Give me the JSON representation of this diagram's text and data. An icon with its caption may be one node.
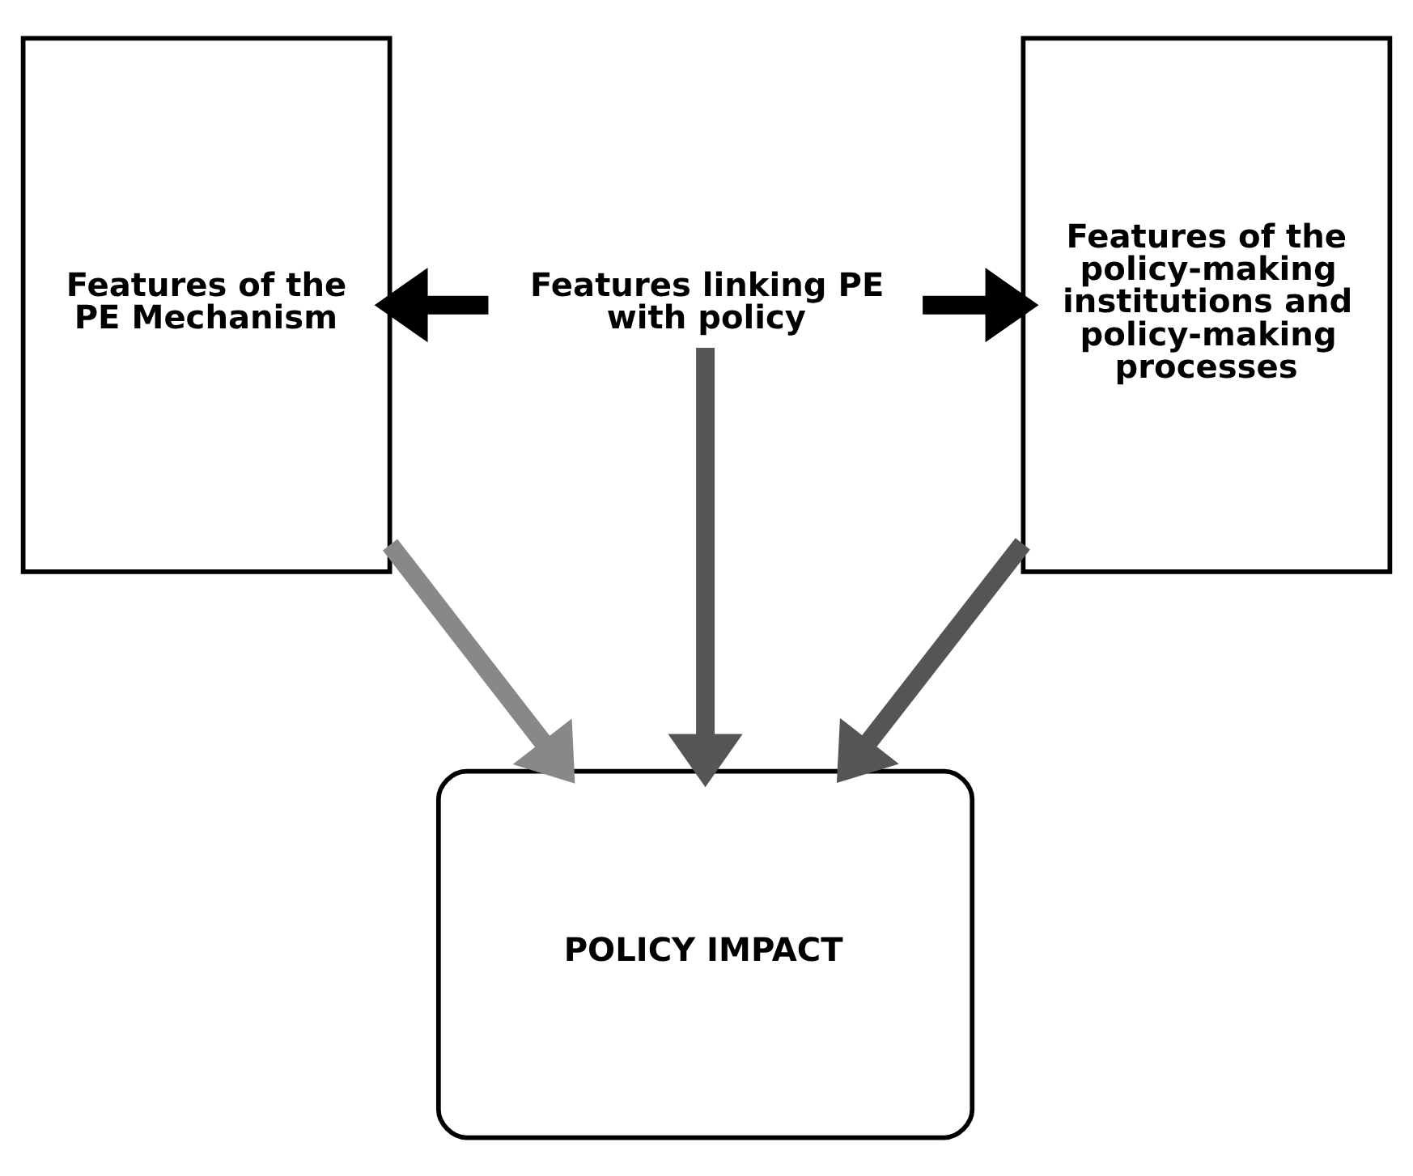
{
  "diagram": {
    "nodes": [
      {
        "text": [
          "Features of the PE Mechanism"
        ]
      },
      {
        "text": [
          "Features linking PE with policy"
        ]
      },
      {
        "text": [
          "Features of the policy-making institutions and policy-making processes"
        ]
      },
      {
        "text": [
          "POLICY IMPACT"
        ]
      }
    ],
    "edges": [
      {
        "from": 1,
        "to": 0,
        "arrow": "to"
      },
      {
        "from": 1,
        "to": 2,
        "arrow": "to"
      },
      {
        "from": 0,
        "to": 3,
        "arrow": "to",
        "color": "#888888"
      },
      {
        "from": 1,
        "to": 3,
        "arrow": "to",
        "color": "#555555"
      },
      {
        "from": 2,
        "to": 3,
        "arrow": "to",
        "color": "#555555"
      }
    ]
  }
}
